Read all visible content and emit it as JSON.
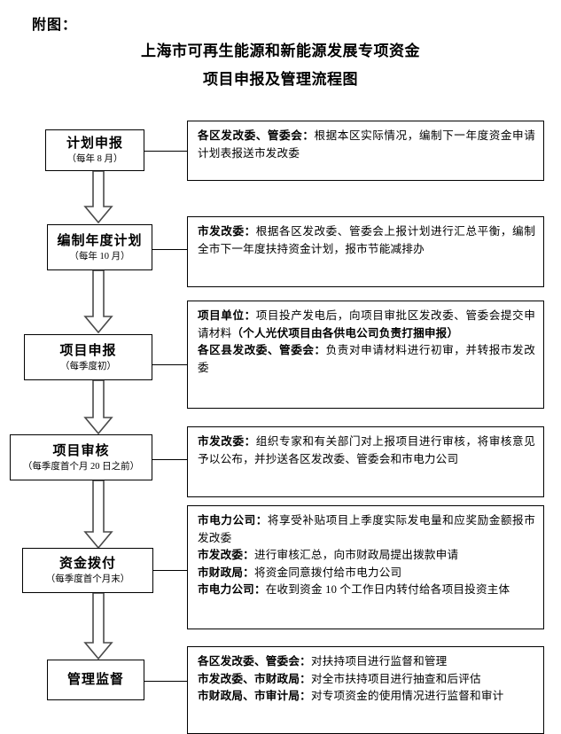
{
  "header": {
    "attachment_label": "附图：",
    "title_line1": "上海市可再生能源和新能源发展专项资金",
    "title_line2": "项目申报及管理流程图"
  },
  "flowchart": {
    "type": "process-flow",
    "orientation": "vertical",
    "steps": [
      {
        "id": "step-1",
        "title": "计划申报",
        "subtitle": "（每年 8 月）",
        "description_lines": [
          {
            "actor": "各区发改委、管委会：",
            "text": "根据本区实际情况，编制下一年度资金申请计划表报送市发改委"
          }
        ]
      },
      {
        "id": "step-2",
        "title": "编制年度计划",
        "subtitle": "（每年 10 月）",
        "description_lines": [
          {
            "actor": "市发改委：",
            "text": "根据各区发改委、管委会上报计划进行汇总平衡，编制全市下一年度扶持资金计划，报市节能减排办"
          }
        ]
      },
      {
        "id": "step-3",
        "title": "项目申报",
        "subtitle": "（每季度初）",
        "description_lines": [
          {
            "actor": "项目单位：",
            "text": "项目投产发电后，向项目审批区发改委、管委会提交申请材料",
            "bold_tail": "（个人光伏项目由各供电公司负责打捆申报）"
          },
          {
            "actor": "各区县发改委、管委会：",
            "text": "负责对申请材料进行初审，并转报市发改委"
          }
        ]
      },
      {
        "id": "step-4",
        "title": "项目审核",
        "subtitle": "（每季度首个月 20 日之前）",
        "description_lines": [
          {
            "actor": "市发改委：",
            "text": "组织专家和有关部门对上报项目进行审核，将审核意见予以公布，并抄送各区发改委、管委会和市电力公司"
          }
        ]
      },
      {
        "id": "step-5",
        "title": "资金拨付",
        "subtitle": "（每季度首个月末）",
        "description_lines": [
          {
            "actor": "市电力公司：",
            "text": "将享受补贴项目上季度实际发电量和应奖励金额报市发改委"
          },
          {
            "actor": "市发改委：",
            "text": "进行审核汇总，向市财政局提出拨款申请"
          },
          {
            "actor": "市财政局：",
            "text": "将资金同意拨付给市电力公司"
          },
          {
            "actor": "市电力公司：",
            "text": "在收到资金 10 个工作日内转付给各项目投资主体"
          }
        ]
      },
      {
        "id": "step-6",
        "title": "管理监督",
        "subtitle": "",
        "description_lines": [
          {
            "actor": "各区发改委、管委会：",
            "text": "对扶持项目进行监督和管理"
          },
          {
            "actor": "市发改委、市财政局：",
            "text": "对全市扶持项目进行抽查和后评估"
          },
          {
            "actor": "市财政局、市审计局：",
            "text": "对专项资金的使用情况进行监督和审计"
          }
        ]
      }
    ],
    "connector_arrows": 5,
    "colors": {
      "line": "#000000",
      "background": "#ffffff",
      "text": "#000000"
    }
  }
}
